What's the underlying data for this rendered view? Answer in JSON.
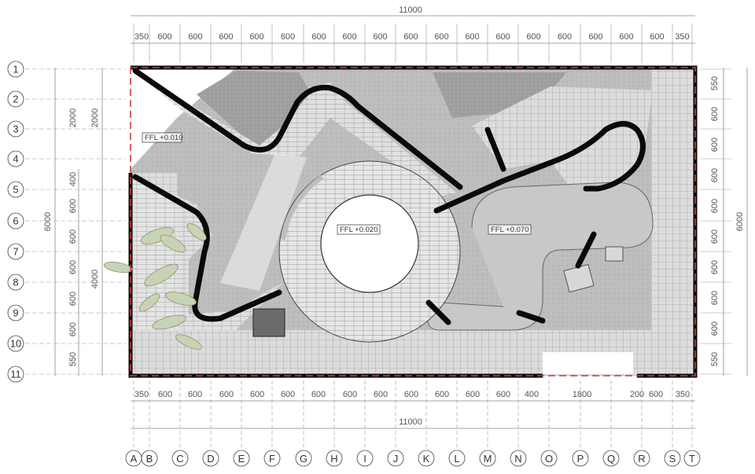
{
  "drawing": {
    "overall_dimension_top": "11000",
    "overall_dimension_bottom": "11000",
    "overall_dimension_left": "6000",
    "overall_dimension_right": "6000",
    "left_partial_dimensions": [
      "2000",
      "4000"
    ],
    "top_dimensions": [
      "350",
      "600",
      "600",
      "600",
      "600",
      "600",
      "600",
      "600",
      "600",
      "600",
      "600",
      "600",
      "600",
      "600",
      "600",
      "600",
      "600",
      "600",
      "350"
    ],
    "bottom_dimensions": [
      "350",
      "600",
      "600",
      "600",
      "600",
      "600",
      "600",
      "600",
      "600",
      "600",
      "600",
      "600",
      "600",
      "400",
      "1800",
      "200",
      "600",
      "350"
    ],
    "left_inner_dimensions": [
      "2000",
      "400",
      "600",
      "600",
      "600",
      "600",
      "600",
      "550"
    ],
    "right_dimensions": [
      "550",
      "600",
      "600",
      "600",
      "600",
      "600",
      "600",
      "600",
      "600",
      "550"
    ],
    "row_labels": [
      "1",
      "2",
      "3",
      "4",
      "5",
      "6",
      "7",
      "8",
      "9",
      "10",
      "11"
    ],
    "column_labels": [
      "A",
      "B",
      "C",
      "D",
      "E",
      "F",
      "G",
      "H",
      "I",
      "J",
      "K",
      "L",
      "M",
      "N",
      "O",
      "P",
      "Q",
      "R",
      "S",
      "T"
    ],
    "floor_levels": [
      "FFL +0.010",
      "FFL +0.020",
      "FFL +0.070"
    ]
  },
  "colors": {
    "wall": "#0a0a0a",
    "floor": "#b9b9b9",
    "tile": "#d7d7d7",
    "boundary": "#d83a3a",
    "plant": "#c8d2b4",
    "void": "#ffffff"
  }
}
